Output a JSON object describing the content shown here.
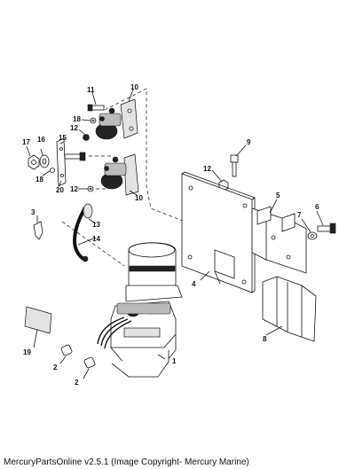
{
  "callouts": {
    "c1": "1",
    "c2a": "2",
    "c2b": "2",
    "c3": "3",
    "c4": "4",
    "c5": "5",
    "c6": "6",
    "c7": "7",
    "c8": "8",
    "c9": "9",
    "c10a": "10",
    "c10b": "10",
    "c11": "11",
    "c12a": "12",
    "c12b": "12",
    "c12c": "12",
    "c13": "13",
    "c14": "14",
    "c15": "15",
    "c16": "16",
    "c17": "17",
    "c18a": "18",
    "c18b": "18",
    "c19": "19",
    "c20": "20"
  },
  "footer": {
    "text": "MercuryPartsOnline v2.5.1 (Image Copyright- Mercury Marine)"
  }
}
